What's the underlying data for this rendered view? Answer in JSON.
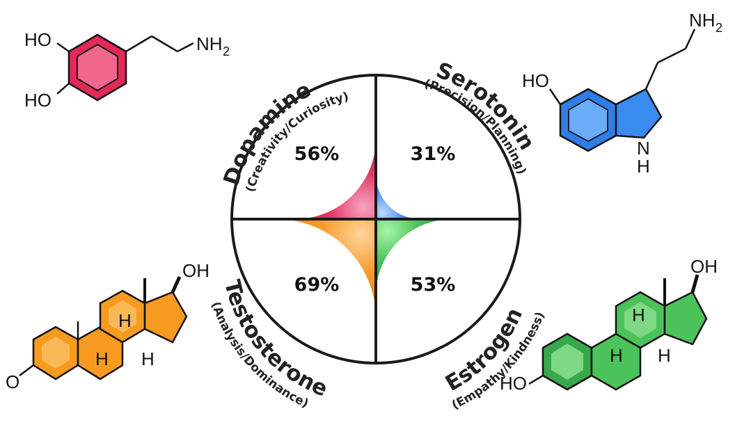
{
  "quadrants": [
    {
      "id": "dopamine",
      "name": "Dopamine",
      "traits": "(Creativity/Curiosity)",
      "percent_label": "56%",
      "percent": 56,
      "color": "#e0204f"
    },
    {
      "id": "serotonin",
      "name": "Serotonin",
      "traits": "(Precision/Planning)",
      "percent_label": "31%",
      "percent": 31,
      "color": "#2f7de6"
    },
    {
      "id": "testosterone",
      "name": "Testosterone",
      "traits": "(Analysis/Dominance)",
      "percent_label": "69%",
      "percent": 69,
      "color": "#f28a12"
    },
    {
      "id": "estrogen",
      "name": "Estrogen",
      "traits": "(Empathy/Kindness)",
      "percent_label": "53%",
      "percent": 53,
      "color": "#36a84a"
    }
  ],
  "molecules": {
    "dopamine": {
      "oh_top": "HO",
      "oh_bottom": "HO",
      "amine": "NH",
      "amine_sub": "2"
    },
    "serotonin": {
      "amine": "NH",
      "amine_sub": "2",
      "hydroxyl": "HO",
      "nh": "N",
      "nh_h": "H"
    },
    "testosterone": {
      "hydroxyl": "OH",
      "ketone": "O",
      "h1": "H",
      "h2": "H",
      "h3": "H"
    },
    "estrogen": {
      "hydroxyl": "OH",
      "phenol": "HO",
      "h1": "H",
      "h2": "H",
      "h3": "H"
    }
  }
}
